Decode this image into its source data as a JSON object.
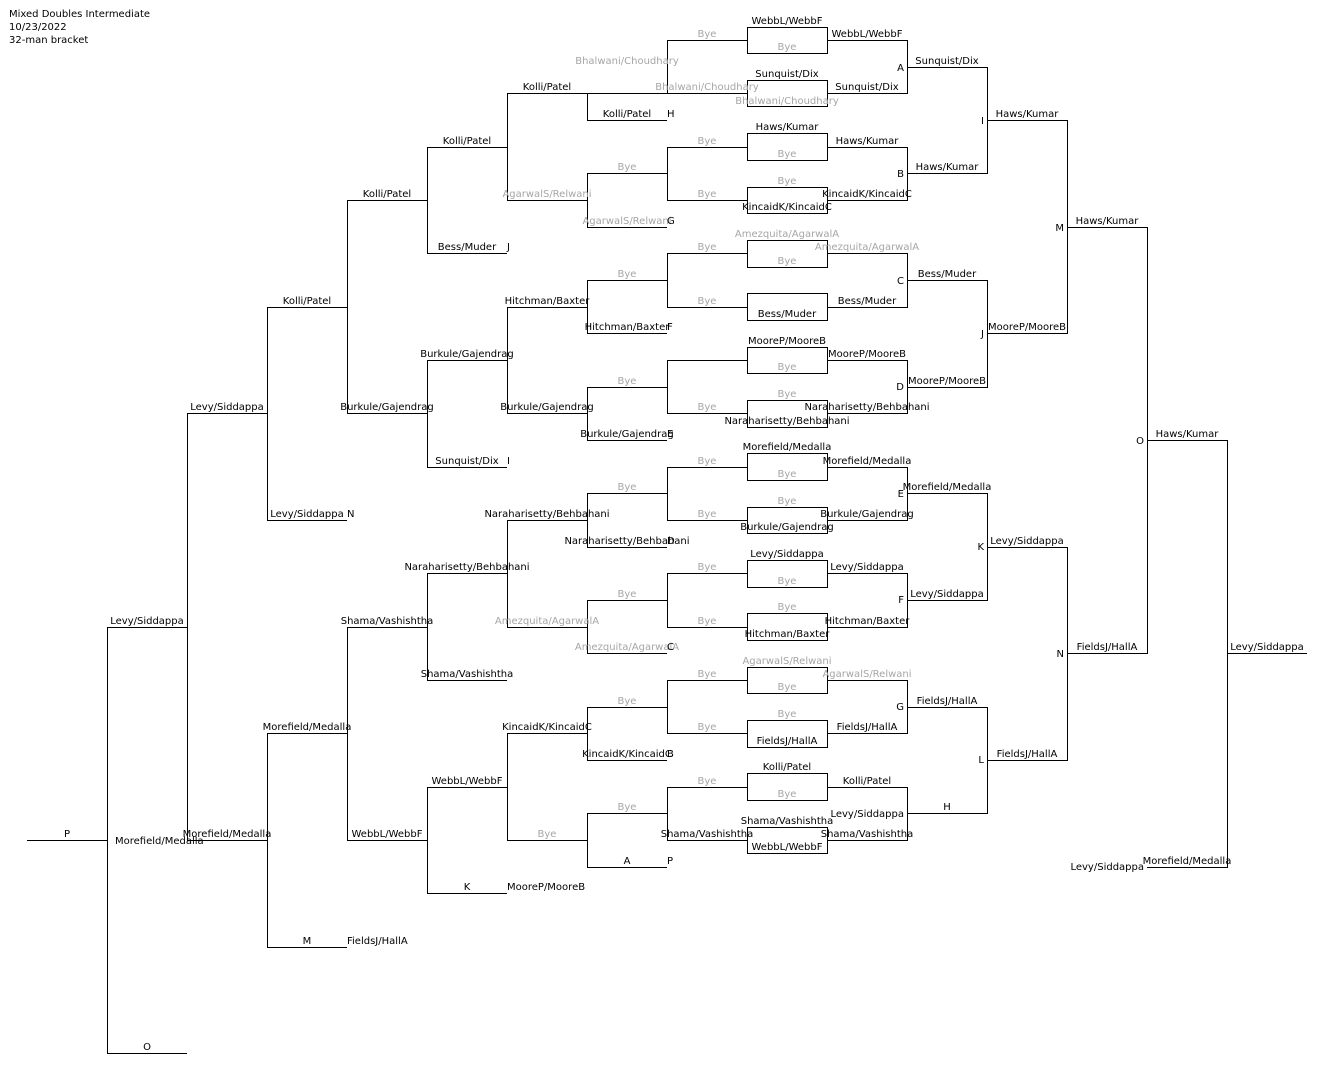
{
  "header": {
    "title": "Mixed Doubles Intermediate",
    "date": "10/23/2022",
    "subtitle": "32-man bracket"
  },
  "colors": {
    "line": "#000000",
    "text": "#000000",
    "muted": "#a6a6a6"
  },
  "labels": [
    {
      "text": "WebbL/WebbF",
      "gray": false
    },
    {
      "text": "Bye",
      "gray": true
    },
    {
      "text": "WebbL/WebbF",
      "gray": false
    },
    {
      "text": "Bye",
      "gray": true
    },
    {
      "text": "Bhalwani/Choudhary",
      "gray": true
    },
    {
      "text": "Sunquist/Dix",
      "gray": false
    },
    {
      "text": "A",
      "gray": false
    },
    {
      "text": "Sunquist/Dix",
      "gray": false
    },
    {
      "text": "Kolli/Patel",
      "gray": false
    },
    {
      "text": "Bhalwani/Choudhary",
      "gray": true
    },
    {
      "text": "Sunquist/Dix",
      "gray": false
    },
    {
      "text": "Bhalwani/Choudhary",
      "gray": true
    },
    {
      "text": "Kolli/Patel",
      "gray": false
    },
    {
      "text": "H",
      "gray": false
    },
    {
      "text": "Haws/Kumar",
      "gray": false
    },
    {
      "text": "I",
      "gray": false
    },
    {
      "text": "Haws/Kumar",
      "gray": false
    },
    {
      "text": "Kolli/Patel",
      "gray": false
    },
    {
      "text": "Bye",
      "gray": true
    },
    {
      "text": "Haws/Kumar",
      "gray": false
    },
    {
      "text": "Bye",
      "gray": true
    },
    {
      "text": "Haws/Kumar",
      "gray": false
    },
    {
      "text": "Bye",
      "gray": true
    },
    {
      "text": "B",
      "gray": false
    },
    {
      "text": "Bye",
      "gray": true
    },
    {
      "text": "Kolli/Patel",
      "gray": false
    },
    {
      "text": "Bye",
      "gray": true
    },
    {
      "text": "AgarwalS/Relwani",
      "gray": true
    },
    {
      "text": "KincaidK/KincaidC",
      "gray": false
    },
    {
      "text": "KincaidK/KincaidC",
      "gray": false
    },
    {
      "text": "AgarwalS/Relwani",
      "gray": true
    },
    {
      "text": "G",
      "gray": false
    },
    {
      "text": "M",
      "gray": false
    },
    {
      "text": "Haws/Kumar",
      "gray": false
    },
    {
      "text": "Amezquita/AgarwalA",
      "gray": true
    },
    {
      "text": "Bess/Muder",
      "gray": false
    },
    {
      "text": "J",
      "gray": false
    },
    {
      "text": "Bye",
      "gray": true
    },
    {
      "text": "Amezquita/AgarwalA",
      "gray": true
    },
    {
      "text": "Bye",
      "gray": true
    },
    {
      "text": "Bye",
      "gray": true
    },
    {
      "text": "C",
      "gray": false
    },
    {
      "text": "Bess/Muder",
      "gray": false
    },
    {
      "text": "Hitchman/Baxter",
      "gray": false
    },
    {
      "text": "Kolli/Patel",
      "gray": false
    },
    {
      "text": "Bye",
      "gray": true
    },
    {
      "text": "Bess/Muder",
      "gray": false
    },
    {
      "text": "Bess/Muder",
      "gray": false
    },
    {
      "text": "Hitchman/Baxter",
      "gray": false
    },
    {
      "text": "F",
      "gray": false
    },
    {
      "text": "J",
      "gray": false
    },
    {
      "text": "MooreP/MooreB",
      "gray": false
    },
    {
      "text": "MooreP/MooreB",
      "gray": false
    },
    {
      "text": "Burkule/Gajendrag",
      "gray": false
    },
    {
      "text": "MooreP/MooreB",
      "gray": false
    },
    {
      "text": "Bye",
      "gray": true
    },
    {
      "text": "Bye",
      "gray": true
    },
    {
      "text": "D",
      "gray": false
    },
    {
      "text": "MooreP/MooreB",
      "gray": false
    },
    {
      "text": "Levy/Siddappa",
      "gray": false
    },
    {
      "text": "Burkule/Gajendrag",
      "gray": false
    },
    {
      "text": "Bye",
      "gray": true
    },
    {
      "text": "Burkule/Gajendrag",
      "gray": false
    },
    {
      "text": "Bye",
      "gray": true
    },
    {
      "text": "Naraharisetty/Behbahani",
      "gray": false
    },
    {
      "text": "Naraharisetty/Behbahani",
      "gray": false
    },
    {
      "text": "Burkule/Gajendrag",
      "gray": false
    },
    {
      "text": "E",
      "gray": false
    },
    {
      "text": "O",
      "gray": false
    },
    {
      "text": "Haws/Kumar",
      "gray": false
    },
    {
      "text": "Morefield/Medalla",
      "gray": false
    },
    {
      "text": "Sunquist/Dix",
      "gray": false
    },
    {
      "text": "I",
      "gray": false
    },
    {
      "text": "Bye",
      "gray": true
    },
    {
      "text": "Morefield/Medalla",
      "gray": false
    },
    {
      "text": "Bye",
      "gray": true
    },
    {
      "text": "Bye",
      "gray": true
    },
    {
      "text": "Morefield/Medalla",
      "gray": false
    },
    {
      "text": "E",
      "gray": false
    },
    {
      "text": "Bye",
      "gray": true
    },
    {
      "text": "Naraharisetty/Behbahani",
      "gray": false
    },
    {
      "text": "Bye",
      "gray": true
    },
    {
      "text": "Burkule/Gajendrag",
      "gray": false
    },
    {
      "text": "Burkule/Gajendrag",
      "gray": false
    },
    {
      "text": "Levy/Siddappa",
      "gray": false
    },
    {
      "text": "N",
      "gray": false
    },
    {
      "text": "Levy/Siddappa",
      "gray": false
    },
    {
      "text": "K",
      "gray": false
    },
    {
      "text": "Naraharisetty/Behbahani",
      "gray": false
    },
    {
      "text": "D",
      "gray": false
    },
    {
      "text": "Levy/Siddappa",
      "gray": false
    },
    {
      "text": "Naraharisetty/Behbahani",
      "gray": false
    },
    {
      "text": "Bye",
      "gray": true
    },
    {
      "text": "Levy/Siddappa",
      "gray": false
    },
    {
      "text": "Bye",
      "gray": true
    },
    {
      "text": "Bye",
      "gray": true
    },
    {
      "text": "F",
      "gray": false
    },
    {
      "text": "Levy/Siddappa",
      "gray": false
    },
    {
      "text": "Bye",
      "gray": true
    },
    {
      "text": "Amezquita/AgarwalA",
      "gray": true
    },
    {
      "text": "Bye",
      "gray": true
    },
    {
      "text": "Hitchman/Baxter",
      "gray": false
    },
    {
      "text": "Hitchman/Baxter",
      "gray": false
    },
    {
      "text": "Levy/Siddappa",
      "gray": false
    },
    {
      "text": "Amezquita/AgarwalA",
      "gray": true
    },
    {
      "text": "C",
      "gray": false
    },
    {
      "text": "Shama/Vashishtha",
      "gray": false
    },
    {
      "text": "N",
      "gray": false
    },
    {
      "text": "FieldsJ/HallA",
      "gray": false
    },
    {
      "text": "Levy/Siddappa",
      "gray": false
    },
    {
      "text": "AgarwalS/Relwani",
      "gray": true
    },
    {
      "text": "AgarwalS/Relwani",
      "gray": true
    },
    {
      "text": "Bye",
      "gray": true
    },
    {
      "text": "Bye",
      "gray": true
    },
    {
      "text": "Shama/Vashishtha",
      "gray": false
    },
    {
      "text": "Bye",
      "gray": true
    },
    {
      "text": "FieldsJ/HallA",
      "gray": false
    },
    {
      "text": "G",
      "gray": false
    },
    {
      "text": "Bye",
      "gray": true
    },
    {
      "text": "Morefield/Medalla",
      "gray": false
    },
    {
      "text": "KincaidK/KincaidC",
      "gray": false
    },
    {
      "text": "FieldsJ/HallA",
      "gray": false
    },
    {
      "text": "Bye",
      "gray": true
    },
    {
      "text": "FieldsJ/HallA",
      "gray": false
    },
    {
      "text": "KincaidK/KincaidC",
      "gray": false
    },
    {
      "text": "B",
      "gray": false
    },
    {
      "text": "L",
      "gray": false
    },
    {
      "text": "FieldsJ/HallA",
      "gray": false
    },
    {
      "text": "Kolli/Patel",
      "gray": false
    },
    {
      "text": "WebbL/WebbF",
      "gray": false
    },
    {
      "text": "Kolli/Patel",
      "gray": false
    },
    {
      "text": "Bye",
      "gray": true
    },
    {
      "text": "Bye",
      "gray": true
    },
    {
      "text": "Bye",
      "gray": true
    },
    {
      "text": "Shama/Vashishtha",
      "gray": false
    },
    {
      "text": "H",
      "gray": false
    },
    {
      "text": "Levy/Siddappa",
      "gray": false
    },
    {
      "text": "P",
      "gray": false
    },
    {
      "text": "Morefield/Medalla",
      "gray": false
    },
    {
      "text": "Morefield/Medalla",
      "gray": false
    },
    {
      "text": "WebbL/WebbF",
      "gray": false
    },
    {
      "text": "Bye",
      "gray": true
    },
    {
      "text": "Shama/Vashishtha",
      "gray": false
    },
    {
      "text": "Shama/Vashishtha",
      "gray": false
    },
    {
      "text": "WebbL/WebbF",
      "gray": false
    },
    {
      "text": "A",
      "gray": false
    },
    {
      "text": "P",
      "gray": false
    },
    {
      "text": "Levy/Siddappa",
      "gray": false
    },
    {
      "text": "Morefield/Medalla",
      "gray": false
    },
    {
      "text": "K",
      "gray": false
    },
    {
      "text": "MooreP/MooreB",
      "gray": false
    },
    {
      "text": "M",
      "gray": false
    },
    {
      "text": "FieldsJ/HallA",
      "gray": false
    },
    {
      "text": "O",
      "gray": false
    }
  ]
}
